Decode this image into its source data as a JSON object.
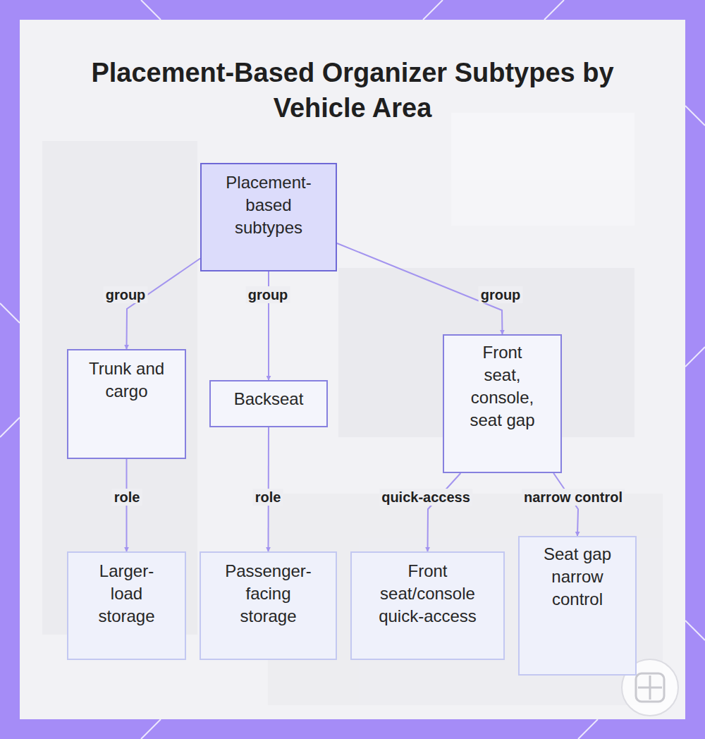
{
  "diagram": {
    "title": "Placement-Based Organizer Subtypes by Vehicle Area",
    "nodes": [
      {
        "text": [
          "Placement-based subtypes"
        ]
      },
      {
        "text": [
          "Trunk and cargo"
        ]
      },
      {
        "text": [
          "Backseat"
        ]
      },
      {
        "text": [
          "Front seat, console, seat gap"
        ]
      },
      {
        "text": [
          "Larger-load storage"
        ]
      },
      {
        "text": [
          "Passenger-facing storage"
        ]
      },
      {
        "text": [
          "Front seat/console quick-access"
        ]
      },
      {
        "text": [
          "Seat gap narrow control"
        ]
      }
    ],
    "edges": [
      {
        "from": 0,
        "to": 1,
        "label": "group",
        "arrow": "to"
      },
      {
        "from": 0,
        "to": 2,
        "label": "group",
        "arrow": "to"
      },
      {
        "from": 0,
        "to": 3,
        "label": "group",
        "arrow": "to"
      },
      {
        "from": 1,
        "to": 4,
        "label": "role",
        "arrow": "to"
      },
      {
        "from": 2,
        "to": 5,
        "label": "role",
        "arrow": "to"
      },
      {
        "from": 3,
        "to": 6,
        "label": "quick-access",
        "arrow": "to"
      },
      {
        "from": 3,
        "to": 7,
        "label": "narrow control",
        "arrow": "to"
      }
    ]
  }
}
